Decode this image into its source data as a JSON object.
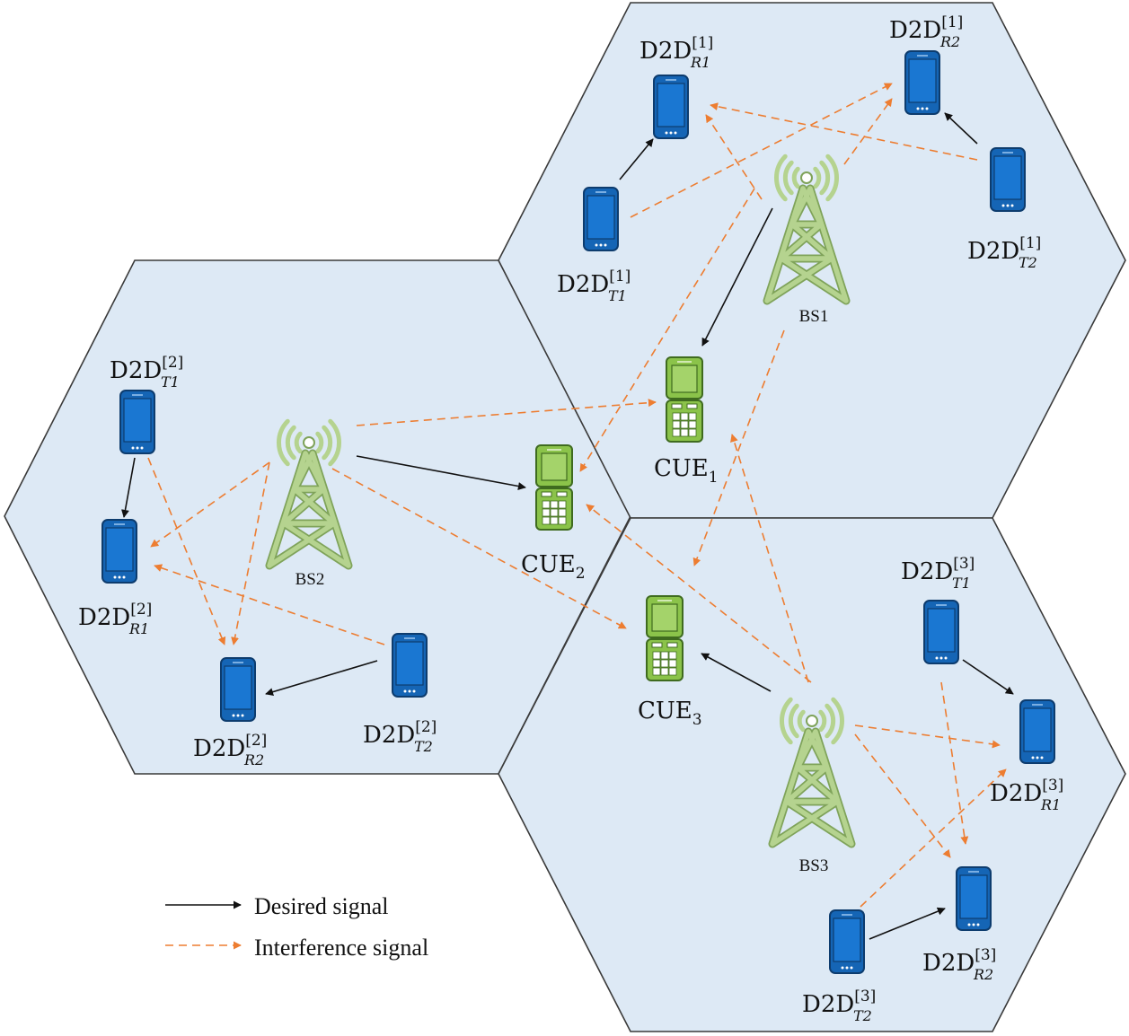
{
  "colors": {
    "cell_fill": "#dde9f5",
    "desired": "#111111",
    "interference": "#ed7d31",
    "d2d_device": "#1565b5",
    "cue_device": "#8bc34a",
    "tower": "#b5d38f"
  },
  "base_stations": [
    {
      "id": "bs1",
      "label": "BS1"
    },
    {
      "id": "bs2",
      "label": "BS2"
    },
    {
      "id": "bs3",
      "label": "BS3"
    }
  ],
  "cellular_users": [
    {
      "id": "cue1",
      "label": "CUE",
      "sub": "1"
    },
    {
      "id": "cue2",
      "label": "CUE",
      "sub": "2"
    },
    {
      "id": "cue3",
      "label": "CUE",
      "sub": "3"
    }
  ],
  "d2d_devices": [
    {
      "id": "c1r1",
      "label": "D2D",
      "sup": "[1]",
      "sub": "R1"
    },
    {
      "id": "c1r2",
      "label": "D2D",
      "sup": "[1]",
      "sub": "R2"
    },
    {
      "id": "c1t1",
      "label": "D2D",
      "sup": "[1]",
      "sub": "T1"
    },
    {
      "id": "c1t2",
      "label": "D2D",
      "sup": "[1]",
      "sub": "T2"
    },
    {
      "id": "c2t1",
      "label": "D2D",
      "sup": "[2]",
      "sub": "T1"
    },
    {
      "id": "c2r1",
      "label": "D2D",
      "sup": "[2]",
      "sub": "R1"
    },
    {
      "id": "c2r2",
      "label": "D2D",
      "sup": "[2]",
      "sub": "R2"
    },
    {
      "id": "c2t2",
      "label": "D2D",
      "sup": "[2]",
      "sub": "T2"
    },
    {
      "id": "c3t1",
      "label": "D2D",
      "sup": "[3]",
      "sub": "T1"
    },
    {
      "id": "c3r1",
      "label": "D2D",
      "sup": "[3]",
      "sub": "R1"
    },
    {
      "id": "c3r2",
      "label": "D2D",
      "sup": "[3]",
      "sub": "R2"
    },
    {
      "id": "c3t2",
      "label": "D2D",
      "sup": "[3]",
      "sub": "T2"
    }
  ],
  "legend": {
    "desired": "Desired signal",
    "interference": "Interference signal"
  }
}
